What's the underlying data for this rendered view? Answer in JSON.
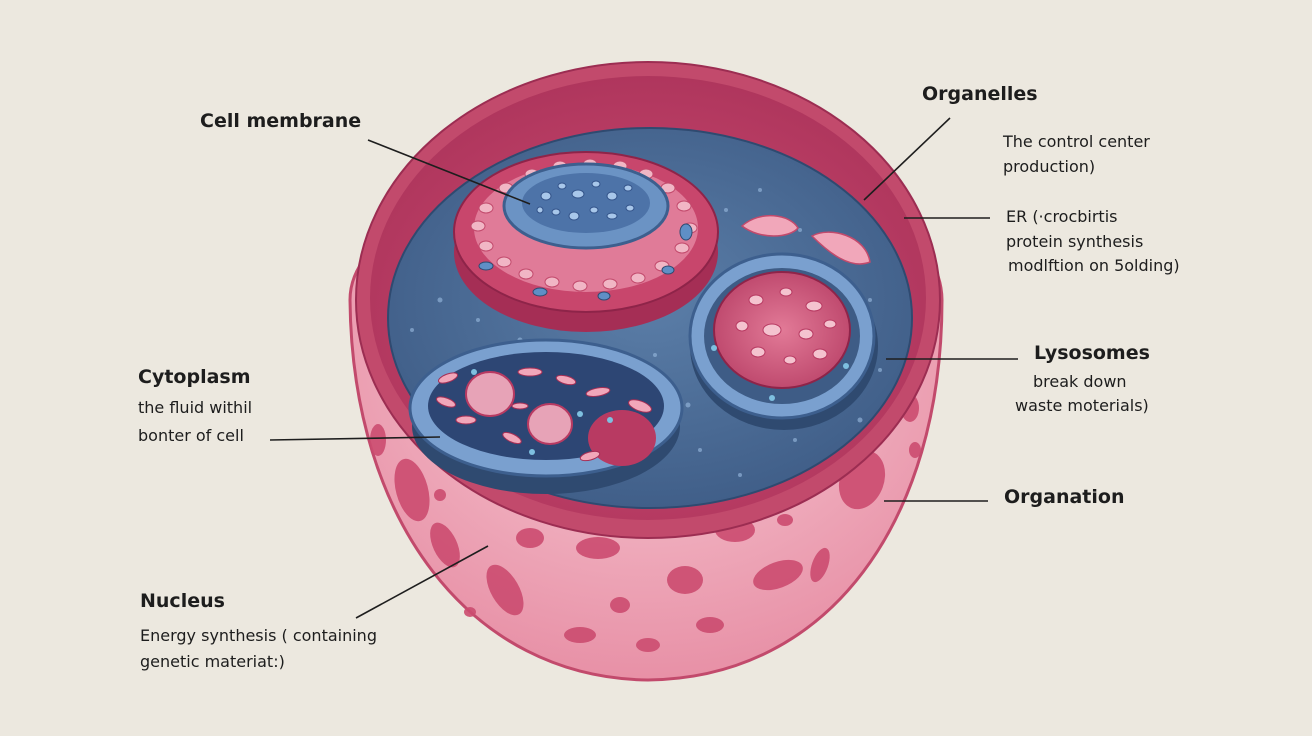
{
  "labels": {
    "cell_membrane": {
      "title": "Cell membrane"
    },
    "organelles": {
      "title": "Organelles",
      "desc_1": "The control center",
      "desc_2": "production)"
    },
    "er": {
      "line_1": "ER (·crocbirtis",
      "line_2": "protein synthesis",
      "line_3": "modlftion on 5olding)"
    },
    "lysosomes": {
      "title": "Lysosomes",
      "desc_1": "break down",
      "desc_2": "waste moterials)"
    },
    "organation": {
      "title": "Organation"
    },
    "cytoplasm": {
      "title": "Cytoplasm",
      "desc_1": "the fluid withil",
      "desc_2": "bonter of cell"
    },
    "nucleus": {
      "title": "Nucleus",
      "desc_1": "Energy synthesis ( containing",
      "desc_2": "genetic materiat:)"
    }
  },
  "colors": {
    "background": "#ece8df",
    "outer_wall": "#f2b3c1",
    "rim": "#c24a6c",
    "inner_wall": "#b83a62",
    "cytoplasm": "#4d6e96",
    "spots": "#cc4c70",
    "leader_line": "#1e1e1e"
  }
}
